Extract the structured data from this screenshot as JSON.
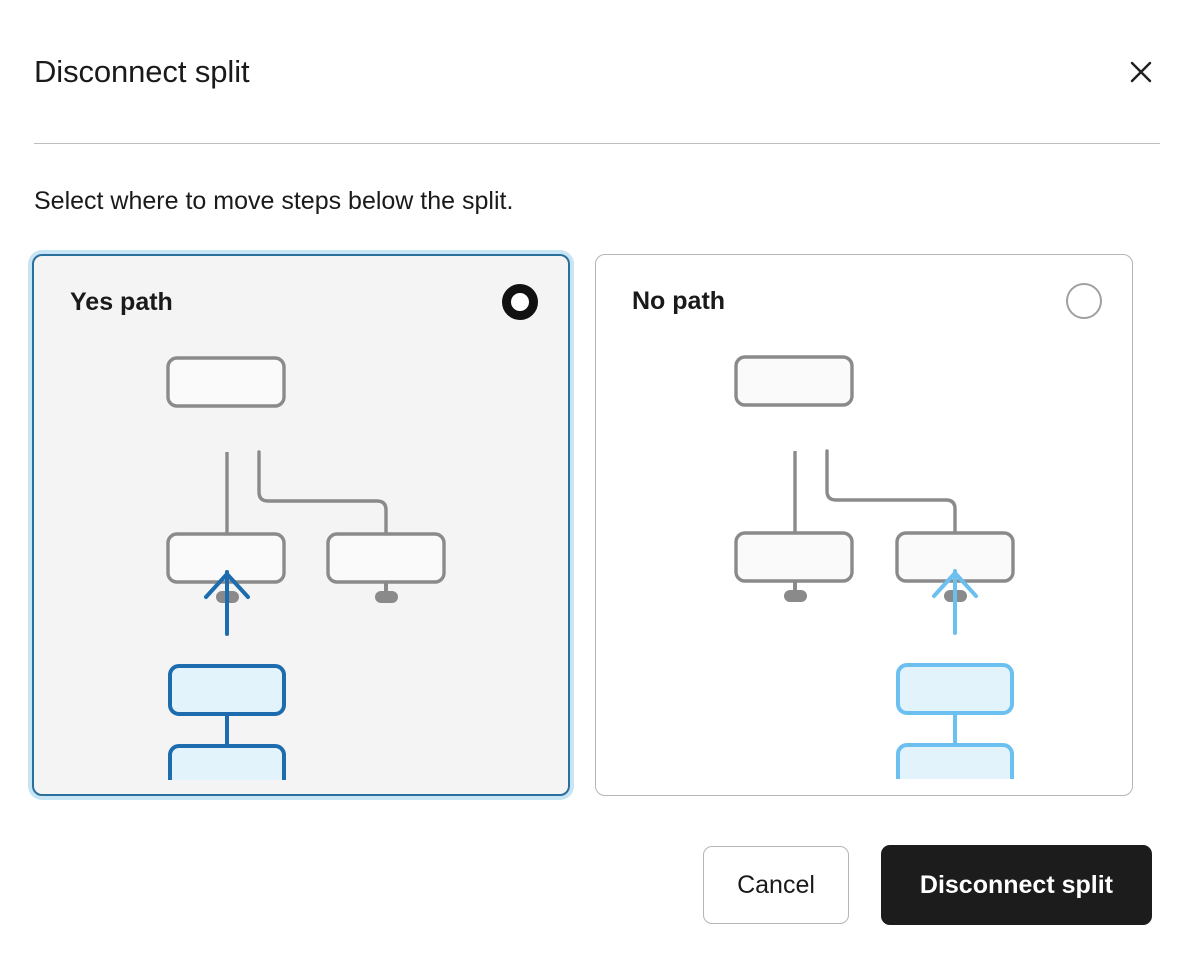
{
  "dialog": {
    "title": "Disconnect split",
    "close_icon": "close-icon",
    "instruction": "Select where to move steps below the split."
  },
  "options": [
    {
      "id": "yes-path",
      "label": "Yes path",
      "selected": true,
      "radio_state": "selected",
      "diagram": {
        "type": "flow-preview",
        "gray_nodes": [
          "parent",
          "left-child",
          "right-child"
        ],
        "highlight_branch": "left",
        "arrow_direction": "up",
        "moved_steps_count": 2
      }
    },
    {
      "id": "no-path",
      "label": "No path",
      "selected": false,
      "radio_state": "unselected",
      "diagram": {
        "type": "flow-preview",
        "gray_nodes": [
          "parent",
          "left-child",
          "right-child"
        ],
        "highlight_branch": "right",
        "arrow_direction": "up",
        "moved_steps_count": 2
      }
    }
  ],
  "footer": {
    "cancel_label": "Cancel",
    "confirm_label": "Disconnect split"
  },
  "colors": {
    "selected_card_border": "#2b6f9d",
    "selected_card_ring": "#c7e5f5",
    "selected_card_fill": "#f4f4f4",
    "unselected_card_border": "#b5b5b5",
    "node_stroke": "#8a8a8a",
    "node_fill": "#fafafa",
    "highlight_strong": "#1c6cae",
    "highlight_light": "#6cc0ef",
    "highlight_fill": "#e3f3fc",
    "primary_button": "#1c1c1c",
    "text": "#1a1a1a"
  }
}
